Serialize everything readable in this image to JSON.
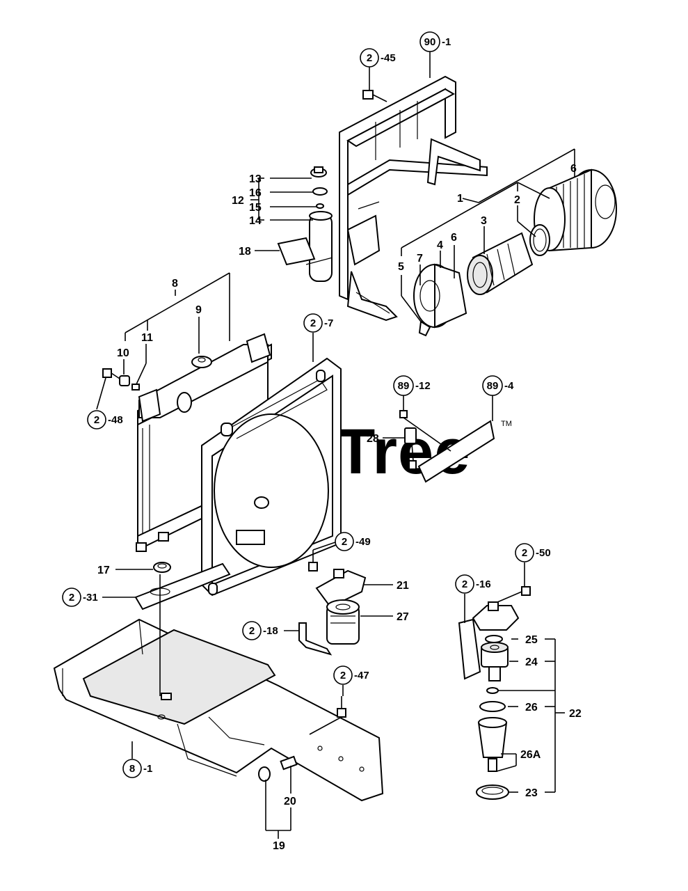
{
  "watermark": {
    "text": "PartsTree",
    "trademark": "TM"
  },
  "ref_labels": [
    {
      "id": "r90_1",
      "circle": "90",
      "suffix": "-1"
    },
    {
      "id": "r2_45",
      "circle": "2",
      "suffix": "-45"
    },
    {
      "id": "r2_7",
      "circle": "2",
      "suffix": "-7"
    },
    {
      "id": "r2_48",
      "circle": "2",
      "suffix": "-48"
    },
    {
      "id": "r89_12",
      "circle": "89",
      "suffix": "-12"
    },
    {
      "id": "r89_4",
      "circle": "89",
      "suffix": "-4"
    },
    {
      "id": "r2_49",
      "circle": "2",
      "suffix": "-49"
    },
    {
      "id": "r2_50",
      "circle": "2",
      "suffix": "-50"
    },
    {
      "id": "r2_31",
      "circle": "2",
      "suffix": "-31"
    },
    {
      "id": "r2_16",
      "circle": "2",
      "suffix": "-16"
    },
    {
      "id": "r2_18",
      "circle": "2",
      "suffix": "-18"
    },
    {
      "id": "r2_47",
      "circle": "2",
      "suffix": "-47"
    },
    {
      "id": "r8_1",
      "circle": "8",
      "suffix": "-1"
    }
  ],
  "callouts": [
    {
      "id": "c13",
      "text": "13"
    },
    {
      "id": "c16",
      "text": "16"
    },
    {
      "id": "c12",
      "text": "12"
    },
    {
      "id": "c15",
      "text": "15"
    },
    {
      "id": "c14",
      "text": "14"
    },
    {
      "id": "c18",
      "text": "18"
    },
    {
      "id": "c1",
      "text": "1"
    },
    {
      "id": "c6a",
      "text": "6"
    },
    {
      "id": "c2a",
      "text": "2"
    },
    {
      "id": "c3",
      "text": "3"
    },
    {
      "id": "c4",
      "text": "4"
    },
    {
      "id": "c6b",
      "text": "6"
    },
    {
      "id": "c7",
      "text": "7"
    },
    {
      "id": "c5",
      "text": "5"
    },
    {
      "id": "c8",
      "text": "8"
    },
    {
      "id": "c9",
      "text": "9"
    },
    {
      "id": "c10",
      "text": "10"
    },
    {
      "id": "c11",
      "text": "11"
    },
    {
      "id": "c28",
      "text": "28"
    },
    {
      "id": "c17",
      "text": "17"
    },
    {
      "id": "c21",
      "text": "21"
    },
    {
      "id": "c27",
      "text": "27"
    },
    {
      "id": "c25",
      "text": "25"
    },
    {
      "id": "c24",
      "text": "24"
    },
    {
      "id": "c26",
      "text": "26"
    },
    {
      "id": "c22",
      "text": "22"
    },
    {
      "id": "c26A",
      "text": "26A"
    },
    {
      "id": "c23",
      "text": "23"
    },
    {
      "id": "c20",
      "text": "20"
    },
    {
      "id": "c19",
      "text": "19"
    }
  ]
}
